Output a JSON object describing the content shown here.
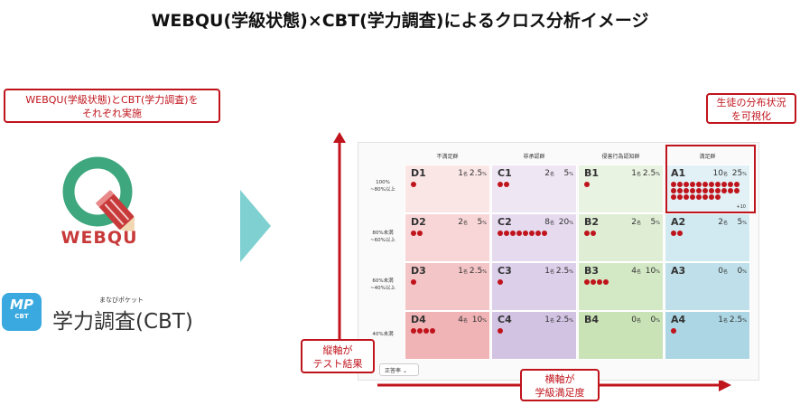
{
  "title": "WEBQU(学級状態)×CBT(学力調査)によるクロス分析イメージ",
  "callouts": {
    "left_line1": "WEBQU(学級状態)とCBT(学力調査)を",
    "left_line2": "それぞれ実施",
    "right_line1": "生徒の分布状況",
    "right_line2": "を可視化",
    "vert_line1": "縦軸が",
    "vert_line2": "テスト結果",
    "horiz_line1": "横軸が",
    "horiz_line2": "学級満足度"
  },
  "logos": {
    "webqu_text": "WEBQU",
    "mp_text": "MP",
    "mp_sub": "CBT",
    "cbt_ruby": "まなびポケット",
    "cbt_name": "学力調査(CBT)"
  },
  "matrix": {
    "col_headers": [
      "不満足群",
      "非承認群",
      "侵害行為認知群",
      "満足群"
    ],
    "row_headers": [
      [
        "100%",
        "~80%以上"
      ],
      [
        "80%未満",
        "~60%以上"
      ],
      [
        "60%未満",
        "~40%以上"
      ],
      [
        "40%未満"
      ]
    ],
    "count_unit": "名",
    "pct_unit": "%",
    "a1_more": "+10",
    "select_label": "正答率",
    "rows": [
      [
        {
          "code": "D1",
          "count": "1",
          "pct": "2.5",
          "dots": 1,
          "color": "#fbe6e6"
        },
        {
          "code": "C1",
          "count": "2",
          "pct": "5",
          "dots": 2,
          "color": "#efe6f4"
        },
        {
          "code": "B1",
          "count": "1",
          "pct": "2.5",
          "dots": 1,
          "color": "#e9f3e2"
        },
        {
          "code": "A1",
          "count": "10",
          "pct": "25",
          "dots": 30,
          "color": "#e2f1f6"
        }
      ],
      [
        {
          "code": "D2",
          "count": "2",
          "pct": "5",
          "dots": 2,
          "color": "#f8d6d7"
        },
        {
          "code": "C2",
          "count": "8",
          "pct": "20",
          "dots": 8,
          "color": "#e6daef"
        },
        {
          "code": "B2",
          "count": "2",
          "pct": "5",
          "dots": 2,
          "color": "#deedd3"
        },
        {
          "code": "A2",
          "count": "2",
          "pct": "5",
          "dots": 2,
          "color": "#d1e9f1"
        }
      ],
      [
        {
          "code": "D3",
          "count": "1",
          "pct": "2.5",
          "dots": 1,
          "color": "#f4c5c6"
        },
        {
          "code": "C3",
          "count": "1",
          "pct": "2.5",
          "dots": 1,
          "color": "#dccfe9"
        },
        {
          "code": "B3",
          "count": "4",
          "pct": "10",
          "dots": 4,
          "color": "#d3e8c4"
        },
        {
          "code": "A3",
          "count": "0",
          "pct": "0",
          "dots": 0,
          "color": "#bfe0ea"
        }
      ],
      [
        {
          "code": "D4",
          "count": "4",
          "pct": "10",
          "dots": 4,
          "color": "#f1b4b6"
        },
        {
          "code": "C4",
          "count": "1",
          "pct": "2.5",
          "dots": 1,
          "color": "#d2c3e3"
        },
        {
          "code": "B4",
          "count": "0",
          "pct": "0",
          "dots": 0,
          "color": "#c9e2b6"
        },
        {
          "code": "A4",
          "count": "1",
          "pct": "2.5",
          "dots": 1,
          "color": "#acd6e3"
        }
      ]
    ]
  },
  "colors": {
    "accent_red": "#c0141c",
    "arrow_teal": "#7fd0d0",
    "webqu_green": "#3ea77e",
    "webqu_red": "#c83a3a",
    "mp_blue": "#39a9df"
  }
}
